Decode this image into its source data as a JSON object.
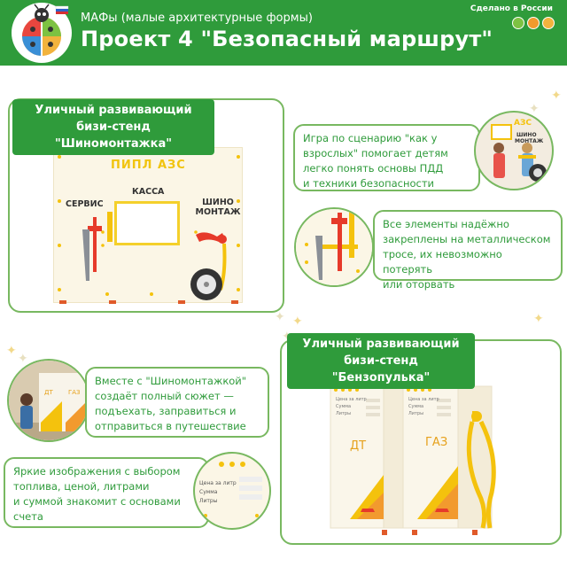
{
  "header": {
    "brand": "МАФы (малые архитектурные формы)",
    "title": "Проект 4 \"Безопасный  маршрут\"",
    "made_in": "Сделано в России"
  },
  "colors": {
    "primary_green": "#2f9b3b",
    "border_green": "#78b860",
    "accent_yellow": "#f4c20d",
    "accent_orange": "#f29a2e",
    "dot_colors": [
      "#7dc242",
      "#f29a2e",
      "#f2b33d"
    ]
  },
  "icons": [
    "ladybug-logo-icon",
    "star-icon"
  ],
  "stand1": {
    "tag_line1": "Уличный развивающий",
    "tag_line2": "бизи-стенд \"Шиномонтажка\"",
    "sign": "ПИПЛ АЗС",
    "label_service": "СЕРВИС",
    "label_kassa": "КАССА",
    "label_tire_1": "ШИНО",
    "label_tire_2": "МОНТАЖ"
  },
  "captions": {
    "c1": [
      "Игра по сценарию \"как у",
      "взрослых\" помогает детям",
      "легко понять основы ПДД",
      "и техники безопасности"
    ],
    "c2": [
      "Все элементы надёжно",
      "закреплены на металлическом",
      "тросе, их невозможно потерять",
      "или оторвать"
    ],
    "c3": [
      "Вместе с \"Шиномонтажкой\"",
      "создаёт полный сюжет —",
      "подъехать, заправиться и",
      "отправиться в путешествие"
    ],
    "c4": [
      "Яркие изображения с выбором",
      "топлива, ценой, литрами",
      "и суммой знакомит с основами",
      "счета"
    ]
  },
  "photo1": {
    "sign": "АЗС",
    "label_1": "ШИНО",
    "label_2": "МОНТАЖ"
  },
  "photo2": {
    "label_dt": "ДТ",
    "label_gaz": "ГАЗ"
  },
  "zoom4": {
    "row1": "Цена за литр",
    "row2": "Сумма",
    "row3": "Литры"
  },
  "stand2": {
    "tag_line1": "Уличный развивающий",
    "tag_line2": "бизи-стенд \"Бензопулька\"",
    "label_dt": "ДТ",
    "label_gaz": "ГАЗ",
    "row1": "Цена за литр",
    "row2": "Сумма",
    "row3": "Литры"
  }
}
